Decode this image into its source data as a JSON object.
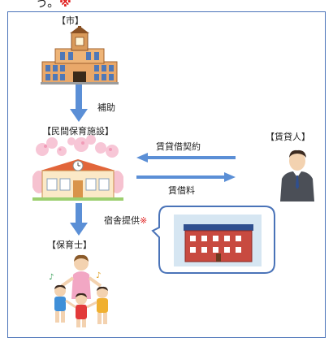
{
  "header": {
    "text_fragment": "う。",
    "mark": "※"
  },
  "nodes": {
    "city": {
      "label": "【市】"
    },
    "facility": {
      "label": "【民間保育施設】"
    },
    "landlord": {
      "label": "【賃貸人】"
    },
    "nursery_teacher": {
      "label": "【保育士】"
    }
  },
  "edges": {
    "subsidy": {
      "label": "補助"
    },
    "lease_contract": {
      "label": "賃貸借契約"
    },
    "rent": {
      "label": "賃借料"
    },
    "housing": {
      "label": "宿舎提供",
      "mark": "※"
    }
  },
  "colors": {
    "arrow": "#5b8fd6",
    "frame": "#4a73b8",
    "callout_border": "#4a73b8",
    "mark": "#e02020"
  },
  "icons": [
    "city-hall-icon",
    "nursery-school-icon",
    "landlord-person-icon",
    "dormitory-building-icon",
    "nursery-teacher-children-icon"
  ]
}
